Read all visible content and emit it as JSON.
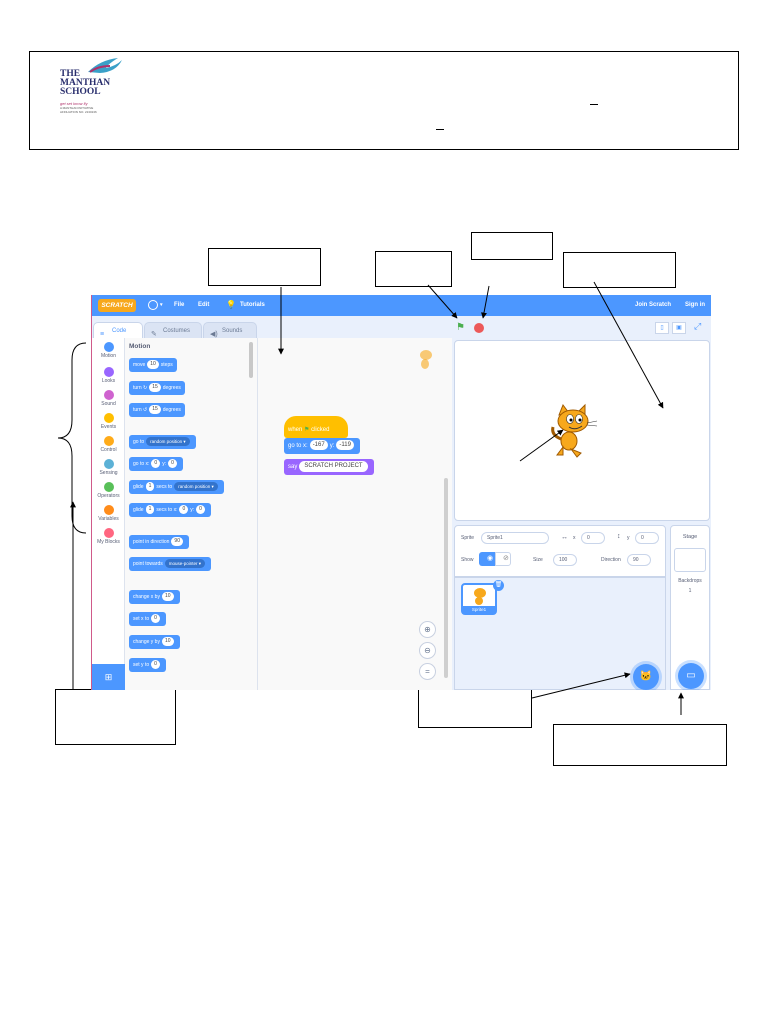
{
  "school": {
    "line1": "THE",
    "line2": "MANTHAN",
    "line3": "SCHOOL",
    "tagline": "get set know fly",
    "fine_print": "A MANTHAN INITIATIVE",
    "fine_print_2": "AFFILIATION NO. 2130136"
  },
  "menubar": {
    "brand": "SCRATCH",
    "file": "File",
    "edit": "Edit",
    "tutorials": "Tutorials",
    "join": "Join Scratch",
    "signin": "Sign in"
  },
  "tabs": {
    "code": "Code",
    "costumes": "Costumes",
    "sounds": "Sounds"
  },
  "categories": [
    {
      "label": "Motion",
      "color": "#4c97ff"
    },
    {
      "label": "Looks",
      "color": "#9966ff"
    },
    {
      "label": "Sound",
      "color": "#cf63cf"
    },
    {
      "label": "Events",
      "color": "#ffbf00"
    },
    {
      "label": "Control",
      "color": "#ffab19"
    },
    {
      "label": "Sensing",
      "color": "#5cb1d6"
    },
    {
      "label": "Operators",
      "color": "#59c059"
    },
    {
      "label": "Variables",
      "color": "#ff8c1a"
    },
    {
      "label": "My Blocks",
      "color": "#ff6680"
    }
  ],
  "palette": {
    "title": "Motion",
    "move": {
      "pre": "move",
      "val": "10",
      "post": "steps"
    },
    "turn_right": {
      "pre": "turn",
      "val": "15",
      "post": "degrees"
    },
    "turn_left": {
      "pre": "turn",
      "val": "15",
      "post": "degrees"
    },
    "goto": {
      "pre": "go to",
      "drop": "random position"
    },
    "gotoxy": {
      "pre": "go to x:",
      "x": "0",
      "ylbl": "y:",
      "y": "0"
    },
    "glide_to": {
      "pre": "glide",
      "val": "1",
      "mid": "secs to",
      "drop": "random position"
    },
    "glide_xy": {
      "pre": "glide",
      "val": "1",
      "mid": "secs to x:",
      "x": "0",
      "ylbl": "y:",
      "y": "0"
    },
    "point_dir": {
      "pre": "point in direction",
      "val": "90"
    },
    "point_towards": {
      "pre": "point towards",
      "drop": "mouse-pointer"
    },
    "change_x": {
      "pre": "change x by",
      "val": "10"
    },
    "set_x": {
      "pre": "set x to",
      "val": "0"
    },
    "change_y": {
      "pre": "change y by",
      "val": "10"
    },
    "set_y": {
      "pre": "set y to",
      "val": "0"
    }
  },
  "script": {
    "hat_pre": "when",
    "hat_post": "clicked",
    "goto_pre": "go to x:",
    "goto_x": "-167",
    "goto_ylbl": "y:",
    "goto_y": "-119",
    "say_pre": "say",
    "say_val": "SCRATCH PROJECT"
  },
  "sprite_info": {
    "sprite_lbl": "Sprite",
    "sprite_name": "Sprite1",
    "x_lbl": "x",
    "x_val": "0",
    "y_lbl": "y",
    "y_val": "0",
    "show_lbl": "Show",
    "size_lbl": "Size",
    "size_val": "100",
    "dir_lbl": "Direction",
    "dir_val": "90",
    "thumb_label": "Sprite1"
  },
  "stage_panel": {
    "title": "Stage",
    "backdrops_lbl": "Backdrops",
    "backdrops_count": "1"
  }
}
